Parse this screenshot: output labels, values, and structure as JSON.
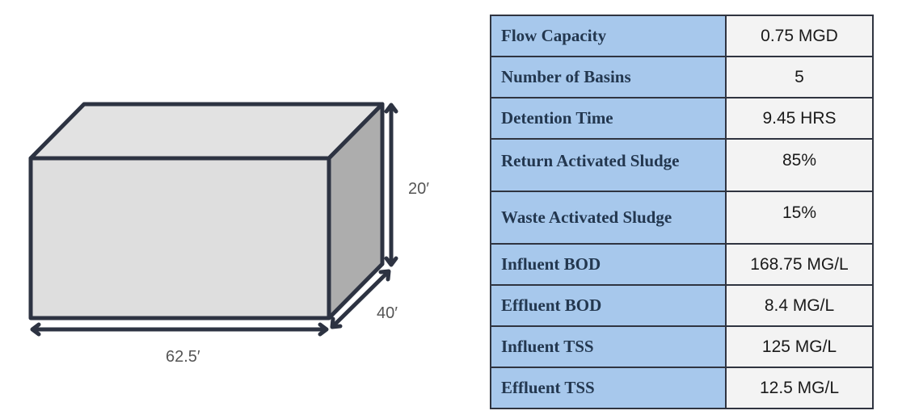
{
  "diagram": {
    "dimensions": {
      "length": "62.5′",
      "width": "40′",
      "height": "20′"
    },
    "colors": {
      "front_face": "#dedede",
      "top_face": "#e2e2e2",
      "side_face": "#adadad",
      "outline": "#2d3342",
      "arrow": "#2d3342"
    }
  },
  "table": {
    "label_bg": "#a7c8ec",
    "value_bg": "#f3f3f3",
    "rows": [
      {
        "label": "Flow Capacity",
        "value": "0.75 MGD"
      },
      {
        "label": "Number of Basins",
        "value": "5"
      },
      {
        "label": "Detention Time",
        "value": "9.45 HRS"
      },
      {
        "label": "Return Activated Sludge",
        "value": "85%"
      },
      {
        "label": "Waste Activated Sludge",
        "value": "15%"
      },
      {
        "label": "Influent BOD",
        "value": "168.75 MG/L"
      },
      {
        "label": "Effluent BOD",
        "value": "8.4 MG/L"
      },
      {
        "label": "Influent TSS",
        "value": "125 MG/L"
      },
      {
        "label": "Effluent TSS",
        "value": "12.5 MG/L"
      }
    ]
  }
}
